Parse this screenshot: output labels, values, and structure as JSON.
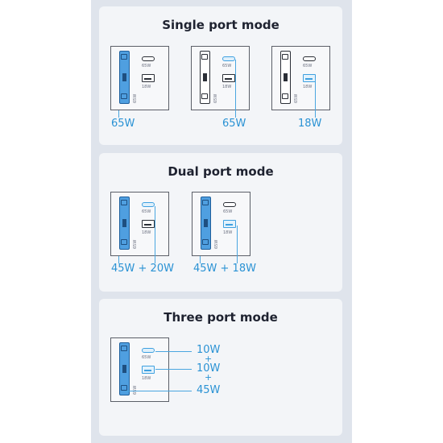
{
  "sections": {
    "single": {
      "title": "Single port mode",
      "callouts": [
        "65W",
        "65W",
        "18W"
      ]
    },
    "dual": {
      "title": "Dual port mode",
      "callouts": [
        "45W + 20W",
        "45W + 18W"
      ]
    },
    "three": {
      "title": "Three port mode",
      "callouts": [
        "10W",
        "10W",
        "45W"
      ],
      "plus": "+"
    }
  },
  "port_labels": {
    "usbc": "65W",
    "usba": "18W",
    "ac": "65W"
  },
  "colors": {
    "accent": "#2a92d4",
    "active_fill": "#4f9fe0",
    "card": "#f3f5f8",
    "frame": "#dfe4ec"
  }
}
